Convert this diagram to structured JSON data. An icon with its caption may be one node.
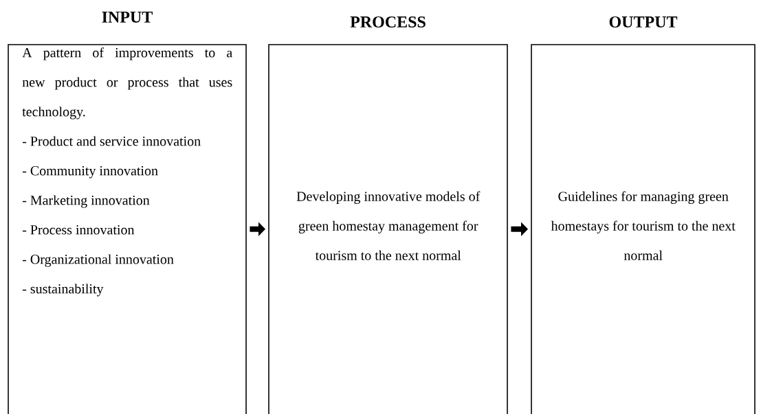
{
  "diagram": {
    "nodes": [
      {
        "text": [
          "INPUT",
          "A pattern of improvements to a new product or process that uses technology.",
          "- Product and service innovation",
          "- Community innovation",
          "- Marketing innovation",
          "- Process innovation",
          "- Organizational innovation",
          "- sustainability"
        ]
      },
      {
        "text": [
          "PROCESS",
          "Developing innovative models of green homestay management for tourism to the next normal"
        ]
      },
      {
        "text": [
          "OUTPUT",
          "Guidelines for managing green homestays for tourism to the next normal"
        ]
      }
    ],
    "edges": [
      {
        "from": 0,
        "to": 1,
        "arrow": "to"
      },
      {
        "from": 1,
        "to": 2,
        "arrow": "to"
      }
    ]
  }
}
